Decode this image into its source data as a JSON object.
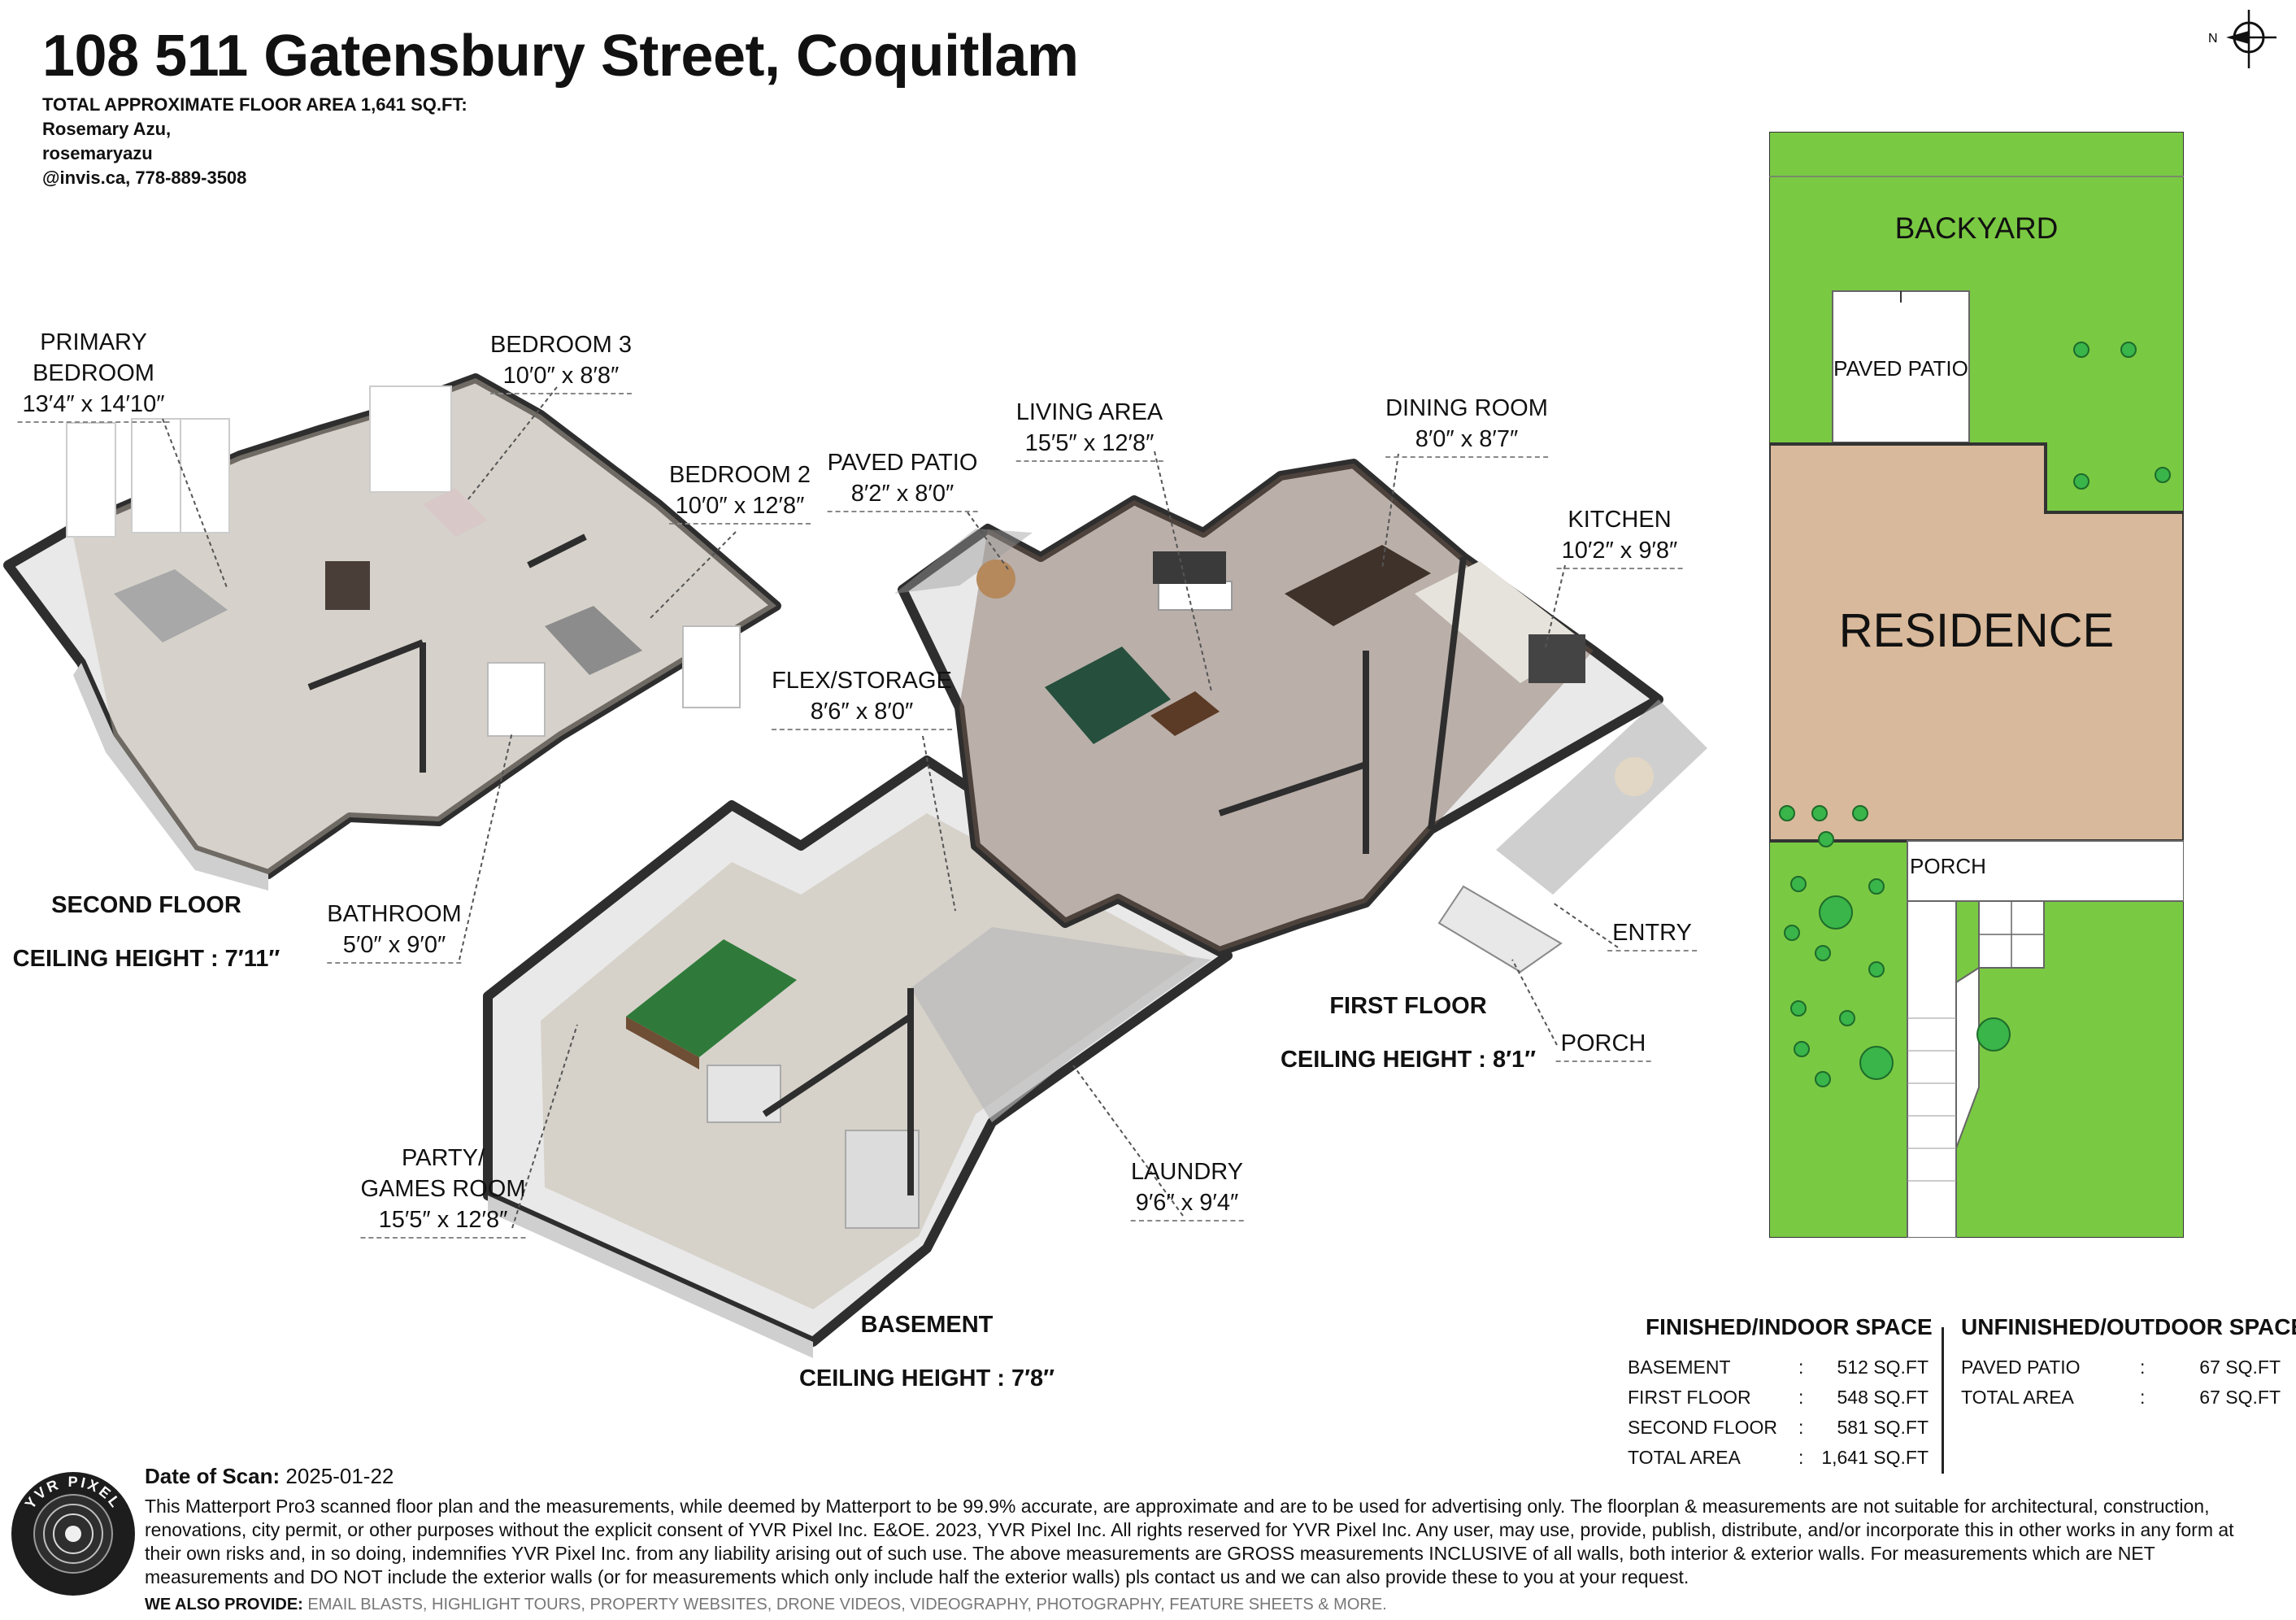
{
  "header": {
    "title": "108 511 Gatensbury Street, Coquitlam",
    "total_area": "TOTAL APPROXIMATE FLOOR AREA 1,641 SQ.FT:",
    "contact": [
      "Rosemary Azu,",
      "rosemaryazu",
      "@invis.ca, 778-889-3508"
    ]
  },
  "compass": {
    "label": "N"
  },
  "rooms": {
    "primary_bedroom": {
      "name": [
        "PRIMARY",
        "BEDROOM"
      ],
      "dim": "13′4″ x 14′10″"
    },
    "bedroom3": {
      "name": "BEDROOM 3",
      "dim": "10′0″ x 8′8″"
    },
    "bedroom2": {
      "name": "BEDROOM 2",
      "dim": "10′0″ x 12′8″"
    },
    "bathroom": {
      "name": "BATHROOM",
      "dim": "5′0″ x 9′0″"
    },
    "paved_patio": {
      "name": "PAVED PATIO",
      "dim": "8′2″ x 8′0″"
    },
    "living_area": {
      "name": "LIVING AREA",
      "dim": "15′5″ x 12′8″"
    },
    "dining_room": {
      "name": "DINING ROOM",
      "dim": "8′0″ x 8′7″"
    },
    "kitchen": {
      "name": "KITCHEN",
      "dim": "10′2″ x 9′8″"
    },
    "flex_storage": {
      "name": "FLEX/STORAGE",
      "dim": "8′6″ x 8′0″"
    },
    "entry": {
      "name": "ENTRY"
    },
    "porch": {
      "name": "PORCH"
    },
    "party_games": {
      "name": [
        "PARTY/",
        "GAMES ROOM"
      ],
      "dim": "15′5″ x 12′8″"
    },
    "laundry": {
      "name": "LAUNDRY",
      "dim": "9′6″ x 9′4″"
    }
  },
  "floors": {
    "second": {
      "name": "SECOND FLOOR",
      "ceiling": "CEILING HEIGHT : 7′11″"
    },
    "first": {
      "name": "FIRST FLOOR",
      "ceiling": "CEILING HEIGHT : 8′1″"
    },
    "basement": {
      "name": "BASEMENT",
      "ceiling": "CEILING HEIGHT : 7′8″"
    }
  },
  "site_plan": {
    "backyard": "BACKYARD",
    "paved_patio": "PAVED PATIO",
    "residence": "RESIDENCE",
    "porch": "PORCH",
    "colors": {
      "grass": "#7ac943",
      "residence": "#d9b99b",
      "tree": "#39b54a"
    }
  },
  "spaces": {
    "finished": {
      "title": "FINISHED/INDOOR SPACE",
      "rows": [
        {
          "label": "BASEMENT",
          "value": "512 SQ.FT"
        },
        {
          "label": "FIRST FLOOR",
          "value": "548 SQ.FT"
        },
        {
          "label": "SECOND FLOOR",
          "value": "581 SQ.FT"
        },
        {
          "label": "TOTAL AREA",
          "value": "1,641 SQ.FT"
        }
      ]
    },
    "unfinished": {
      "title": "UNFINISHED/OUTDOOR SPACE",
      "rows": [
        {
          "label": "PAVED PATIO",
          "value": "67 SQ.FT"
        },
        {
          "label": "TOTAL AREA",
          "value": "67 SQ.FT"
        }
      ]
    },
    "separator": ":"
  },
  "footer": {
    "scan_label": "Date of Scan:",
    "scan_date": "2025-01-22",
    "disclaimer": "This Matterport Pro3 scanned floor plan and the measurements, while deemed by Matterport to be 99.9% accurate, are approximate and are to be used for advertising only. The floorplan & measurements are not suitable for architectural, construction, renovations, city permit, or other purposes without the explicit consent of YVR Pixel Inc. E&OE. 2023, YVR Pixel Inc. All rights reserved for YVR Pixel Inc. Any user, may use, provide, publish, distribute, and/or incorporate this in other works in any form at their own risks and, in so doing, indemnifies YVR Pixel Inc. from any liability arising out of such use. The above measurements are GROSS measurements INCLUSIVE of all walls, both interior & exterior walls. For measurements which are NET measurements and DO NOT include the exterior walls (or for measurements which only include half the exterior walls) pls contact us and we can also provide these to you at your request.",
    "also_label": "WE ALSO PROVIDE:",
    "also_items": "EMAIL BLASTS, HIGHLIGHT TOURS, PROPERTY WEBSITES, DRONE VIDEOS, VIDEOGRAPHY, PHOTOGRAPHY, FEATURE SHEETS & MORE.",
    "logo_text": "YVR PIXEL"
  }
}
